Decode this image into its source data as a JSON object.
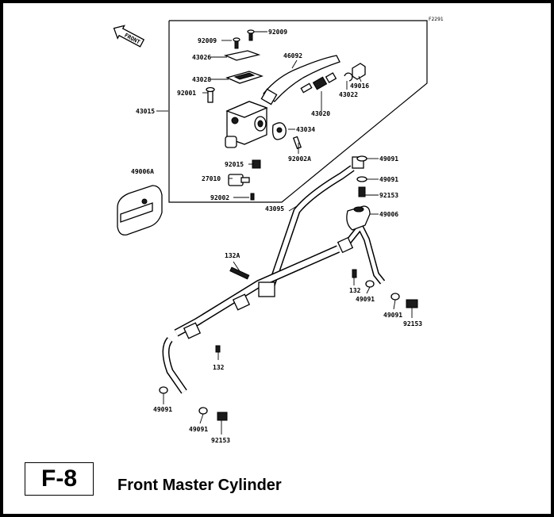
{
  "figure_code": "F2291",
  "section_code": "F-8",
  "section_title": "Front Master Cylinder",
  "front_arrow_label": "FRONT",
  "parts": {
    "p92009a": "92009",
    "p92009b": "92009",
    "p43026": "43026",
    "p46092": "46092",
    "p43028": "43028",
    "p49016": "49016",
    "p92001": "92001",
    "p43022": "43022",
    "p43020": "43020",
    "p43015": "43015",
    "p43034": "43034",
    "p92002A": "92002A",
    "p92015": "92015",
    "p49006A": "49006A",
    "p27010": "27010",
    "p92002": "92002",
    "p49091a": "49091",
    "p49091b": "49091",
    "p92153a": "92153",
    "p49006": "49006",
    "p43095": "43095",
    "p132A": "132A",
    "p132a": "132",
    "p49091c": "49091",
    "p49091d": "49091",
    "p92153b": "92153",
    "p132b": "132",
    "p49091e": "49091",
    "p49091f": "49091",
    "p92153c": "92153"
  }
}
